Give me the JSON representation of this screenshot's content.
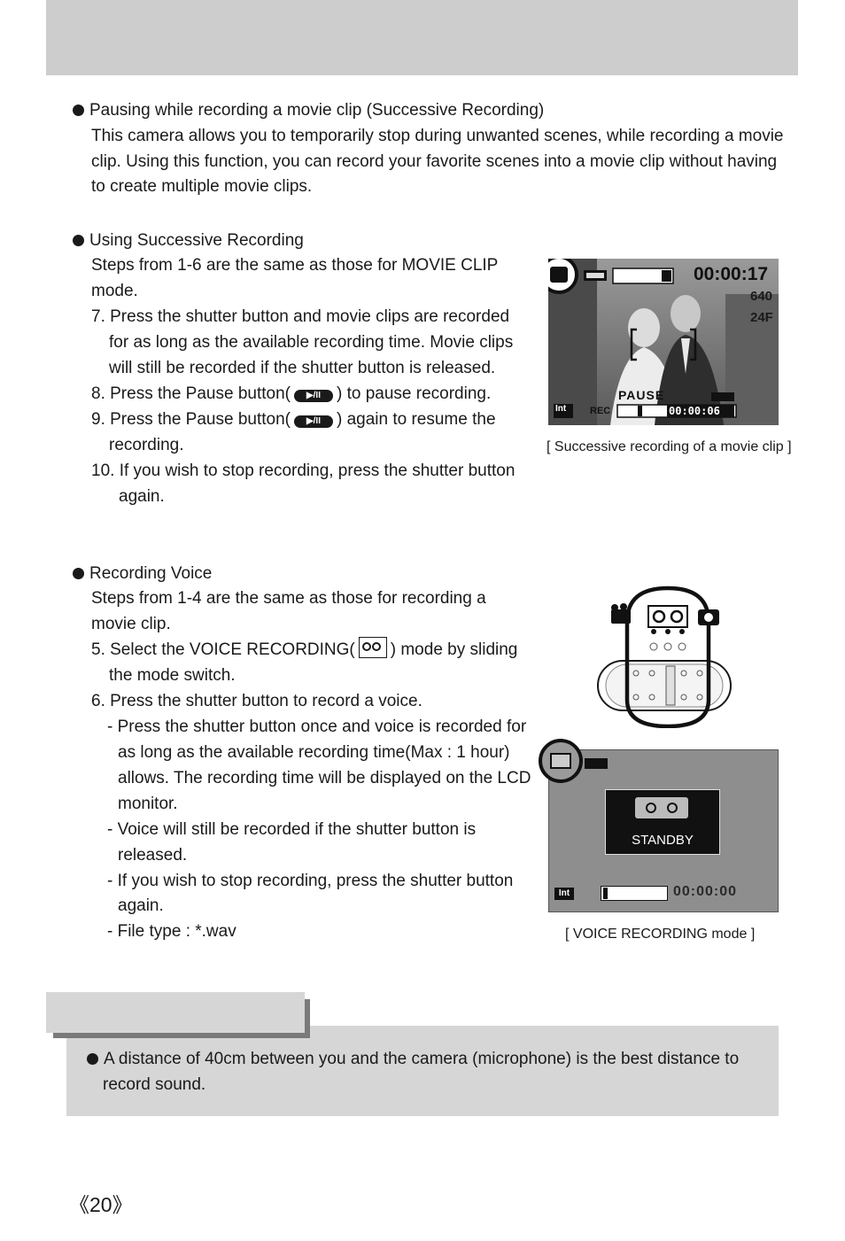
{
  "section1": {
    "heading": "Pausing while recording a movie clip (Successive Recording)",
    "body": [
      "This camera allows you to temporarily stop during unwanted scenes, while recording a movie",
      "clip. Using this function, you can record your favorite scenes into a movie clip without having",
      "to create multiple movie clips."
    ]
  },
  "section2": {
    "heading": "Using Successive Recording",
    "lines": [
      "Steps from 1-6 are the same as those for MOVIE CLIP",
      "mode.",
      "7. Press the shutter button and movie clips are recorded",
      "for as long as the available recording time. Movie clips",
      "will still be recorded if the shutter button is released."
    ],
    "step8_before": "8. Press the Pause button(",
    "step8_after": ") to pause recording.",
    "step9_before": "9. Press the Pause button(",
    "step9_after": ") again to resume the",
    "step9_cont": "recording.",
    "step10": "10. If you wish to stop recording, press the shutter button",
    "step10_cont": "again.",
    "pause_icon_name": "pause-play-button-icon"
  },
  "lcd1": {
    "time": "00:00:17",
    "resolution": "640",
    "frame_rate": "24F",
    "pause_label": "PAUSE",
    "rec_label": "REC",
    "rec_time": "00:00:06",
    "caption": "[ Successive recording of a movie clip ]"
  },
  "section3": {
    "heading": "Recording Voice",
    "lines_a": [
      "Steps from 1-4 are the same as those for recording a",
      "movie clip."
    ],
    "step5_before": "5. Select the VOICE RECORDING(",
    "step5_after": ") mode by sliding",
    "step5_cont": "the mode switch.",
    "lines_b": [
      "6. Press the shutter button to record a voice.",
      "- Press the shutter button once and voice is recorded for",
      "as long as the available recording time(Max : 1 hour)",
      "allows. The recording time will be displayed on the LCD",
      "monitor.",
      "- Voice will still be recorded if the shutter button is",
      "released.",
      "- If you wish to stop recording, press the shutter button",
      "again.",
      "- File type : *.wav"
    ]
  },
  "lcd2": {
    "standby_label": "STANDBY",
    "time": "00:00:00",
    "caption": "[ VOICE RECORDING mode ]"
  },
  "note": {
    "lines": [
      "A distance of 40cm between you and the camera (microphone) is the best distance to",
      "record sound."
    ]
  },
  "footer": {
    "page_number": "20"
  }
}
